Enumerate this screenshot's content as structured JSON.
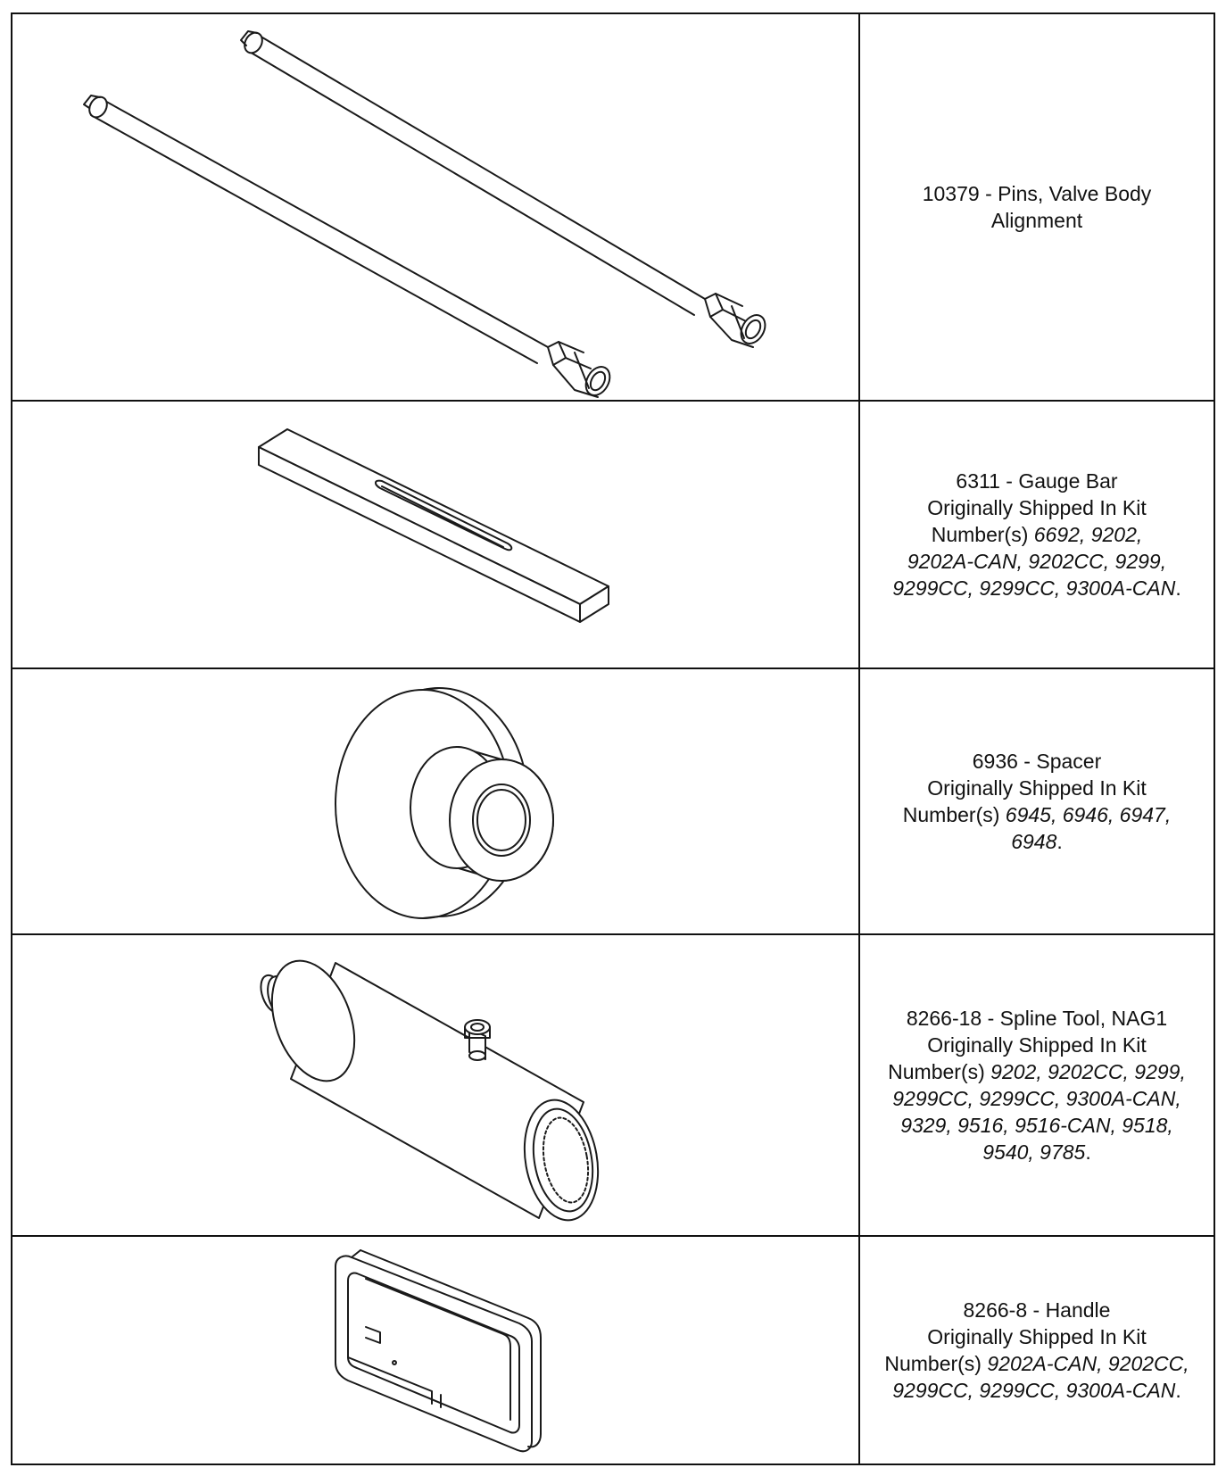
{
  "tools": [
    {
      "name": "10379 - Pins, Valve Body",
      "name2": "Alignment"
    },
    {
      "name": "6311 - Gauge Bar",
      "shipped": "Originally Shipped In Kit",
      "numbers_prefix": "Number(s) ",
      "kits_l1": "6692, 9202,",
      "kits_l2": "9202A-CAN, 9202CC, 9299,",
      "kits_l3": "9299CC, 9299CC, 9300A-CAN",
      "end": "."
    },
    {
      "name": "6936 - Spacer",
      "shipped": "Originally Shipped In Kit",
      "numbers_prefix": "Number(s) ",
      "kits_l1": "6945, 6946, 6947,",
      "kits_l2": "6948",
      "end": "."
    },
    {
      "name": "8266-18 - Spline Tool, NAG1",
      "shipped": "Originally Shipped In Kit",
      "numbers_prefix": "Number(s) ",
      "kits_l1": "9202, 9202CC, 9299,",
      "kits_l2": "9299CC, 9299CC, 9300A-CAN,",
      "kits_l3": "9329, 9516, 9516-CAN, 9518,",
      "kits_l4": "9540, 9785",
      "end": "."
    },
    {
      "name": "8266-8 - Handle",
      "shipped": "Originally Shipped In Kit",
      "numbers_prefix": "Number(s) ",
      "kits_l1": "9202A-CAN, 9202CC,",
      "kits_l2": "9299CC, 9299CC, 9300A-CAN",
      "end": "."
    }
  ],
  "icons": [
    "alignment-pins-drawing",
    "gauge-bar-drawing",
    "spacer-drawing",
    "spline-tool-drawing",
    "handle-drawing"
  ]
}
